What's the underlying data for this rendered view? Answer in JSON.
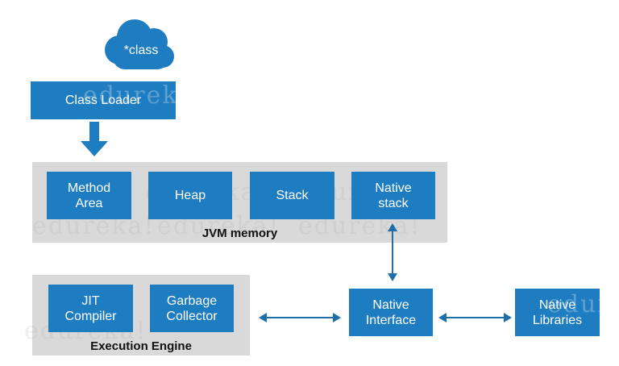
{
  "cloud": {
    "label": "*class"
  },
  "class_loader": {
    "label": "Class Loader"
  },
  "jvm_memory": {
    "label": "JVM memory",
    "blocks": [
      {
        "label": "Method\nArea"
      },
      {
        "label": "Heap"
      },
      {
        "label": "Stack"
      },
      {
        "label": "Native\nstack"
      }
    ]
  },
  "execution_engine": {
    "label": "Execution Engine",
    "blocks": [
      {
        "label": "JIT\nCompiler"
      },
      {
        "label": "Garbage\nCollector"
      }
    ]
  },
  "native_interface": {
    "label": "Native\nInterface"
  },
  "native_libraries": {
    "label": "Native\nLibraries"
  },
  "watermark": {
    "text": "edureka!"
  },
  "colors": {
    "block": "#1e7cc0",
    "panel": "#d9d9d9",
    "arrow": "#1e6fa8"
  }
}
